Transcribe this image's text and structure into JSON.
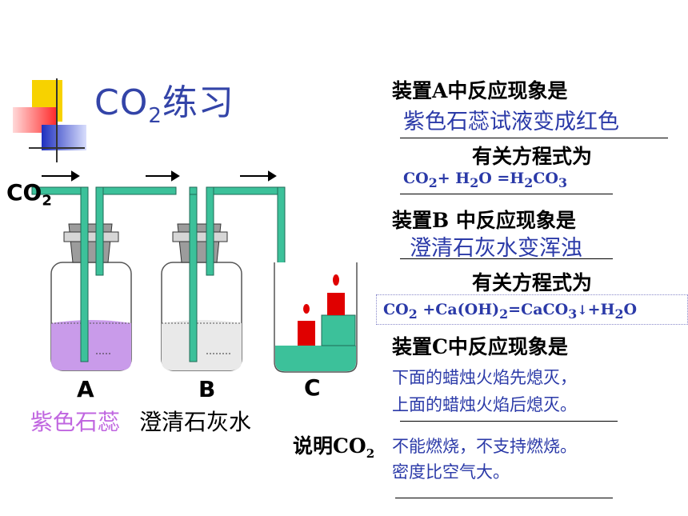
{
  "title": {
    "main": "CO",
    "sub": "2",
    "rest": "练习"
  },
  "co2_label": {
    "main": "CO",
    "sub": "2"
  },
  "apparatus": {
    "a": "A",
    "b": "B",
    "c": "C"
  },
  "bottom_labels": {
    "purple": "紫色石蕊",
    "clear": "澄清石灰水"
  },
  "questions": {
    "a_phenomenon": "装置A中反应现象是",
    "a_answer": "紫色石蕊试液变成红色",
    "a_equation_prompt": "有关方程式为",
    "a_equation": {
      "p1": "CO",
      "s1": "2",
      "p2": "+ H",
      "s2": "2",
      "p3": "O   =H",
      "s3": "2",
      "p4": "CO",
      "s4": "3"
    },
    "b_phenomenon": "装置B 中反应现象是",
    "b_answer": "澄清石灰水变浑浊",
    "b_equation_prompt": "有关方程式为",
    "b_equation": {
      "p1": "CO",
      "s1": "2",
      "p2": " +Ca(OH)",
      "s2": "2",
      "p3": "=CaCO",
      "s3": "3",
      "p4": "+H",
      "s4": "2",
      "p5": "O"
    },
    "c_phenomenon": "装置C中反应现象是",
    "c_answer_1": "下面的蜡烛火焰先熄灭，",
    "c_answer_2": "上面的蜡烛火焰后熄灭。",
    "conclusion_prefix": "说明CO",
    "conclusion_sub": "2",
    "conclusion_1": "不能燃烧，不支持燃烧。",
    "conclusion_2": "密度比空气大。"
  },
  "colors": {
    "tube": "#3cc19a",
    "purple_liquid": "#c99bea",
    "purple_text": "#c066e0",
    "blue_text": "#2b3aa8"
  }
}
